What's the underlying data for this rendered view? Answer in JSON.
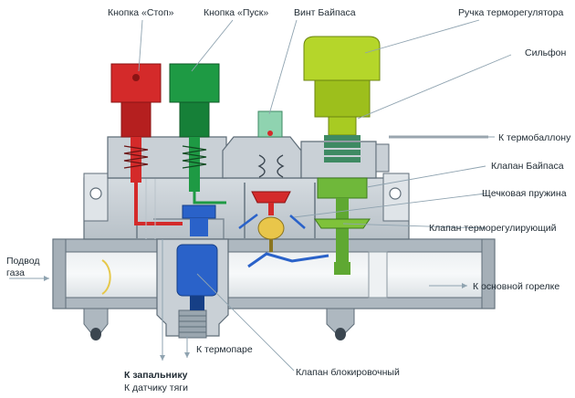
{
  "labels": {
    "stop_button": "Кнопка «Стоп»",
    "start_button": "Кнопка «Пуск»",
    "bypass_screw": "Винт Байпаса",
    "thermostat_knob": "Ручка терморегулятора",
    "bellows": "Сильфон",
    "to_thermobulb": "К термобаллону",
    "bypass_valve": "Клапан Байпаса",
    "cheek_spring": "Щечковая пружина",
    "thermostat_valve": "Клапан терморегулирующий",
    "gas_inlet_line1": "Подвод",
    "gas_inlet_line2": "газа",
    "to_main_burner": "К основной горелке",
    "to_thermocouple": "К термопаре",
    "to_igniter": "К запальнику",
    "to_draft_sensor": "К датчику тяги",
    "lock_valve": "Клапан блокировочный"
  },
  "colors": {
    "body_gray": "#c9d0d6",
    "body_dark": "#5f6d78",
    "stop_red": "#d42a2a",
    "start_green": "#1e9a44",
    "knob_lime": "#b5d62a",
    "lock_blue": "#2a62c9",
    "bypass_teal": "#8fd3b0",
    "leader": "#8fa3b0"
  }
}
